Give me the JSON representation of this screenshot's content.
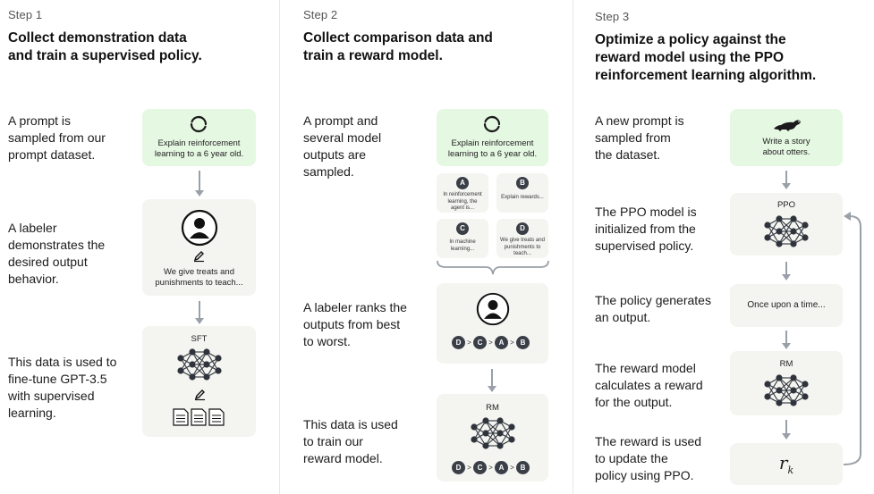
{
  "steps": [
    {
      "label": "Step 1",
      "title_lines": [
        "Collect demonstration data",
        "and train a supervised policy."
      ],
      "descriptions": [
        [
          "A prompt is",
          "sampled from our",
          "prompt dataset."
        ],
        [
          "A labeler",
          "demonstrates the",
          "desired output",
          "behavior."
        ],
        [
          "This data is used to",
          "fine-tune GPT-3.5",
          "with supervised",
          "learning."
        ]
      ],
      "prompt_card": [
        "Explain reinforcement",
        "learning to a 6 year old."
      ],
      "labeler_card": [
        "We give treats and",
        "punishments to teach..."
      ],
      "model_label": "SFT"
    },
    {
      "label": "Step 2",
      "title_lines": [
        "Collect comparison data and",
        "train a reward model."
      ],
      "descriptions": [
        [
          "A prompt and",
          "several model",
          "outputs are",
          "sampled."
        ],
        [
          "A labeler ranks the",
          "outputs from best",
          "to worst."
        ],
        [
          "This data is used",
          "to train our",
          "reward model."
        ]
      ],
      "prompt_card": [
        "Explain reinforcement",
        "learning to a 6 year old."
      ],
      "outputs": [
        {
          "letter": "A",
          "lines": [
            "In reinforcement",
            "learning, the",
            "agent is..."
          ]
        },
        {
          "letter": "B",
          "lines": [
            "Explain rewards..."
          ]
        },
        {
          "letter": "C",
          "lines": [
            "In machine",
            "learning..."
          ]
        },
        {
          "letter": "D",
          "lines": [
            "We give treats and",
            "punishments to",
            "teach..."
          ]
        }
      ],
      "ranking": [
        "D",
        "C",
        "A",
        "B"
      ],
      "ranking_sep": ">",
      "model_label": "RM"
    },
    {
      "label": "Step 3",
      "title_lines": [
        "Optimize a policy against the",
        "reward model using the PPO",
        "reinforcement learning algorithm."
      ],
      "descriptions": [
        [
          "A new prompt is",
          "sampled from",
          "the dataset."
        ],
        [
          "The PPO model is",
          "initialized from the",
          "supervised policy."
        ],
        [
          "The policy generates",
          "an output."
        ],
        [
          "The reward model",
          "calculates a reward",
          "for the output."
        ],
        [
          "The reward is used",
          "to update the",
          "policy using PPO."
        ]
      ],
      "prompt_card": [
        "Write a story",
        "about otters."
      ],
      "ppo_label": "PPO",
      "output_text": "Once upon a time...",
      "rm_label": "RM",
      "reward_symbol": "r",
      "reward_subscript": "k"
    }
  ],
  "colors": {
    "green_card": "#e5f8e2",
    "gray_card": "#f4f4f1",
    "arrow": "#9aa0a8",
    "badge": "#3a3f47",
    "node": "#2f343c"
  }
}
